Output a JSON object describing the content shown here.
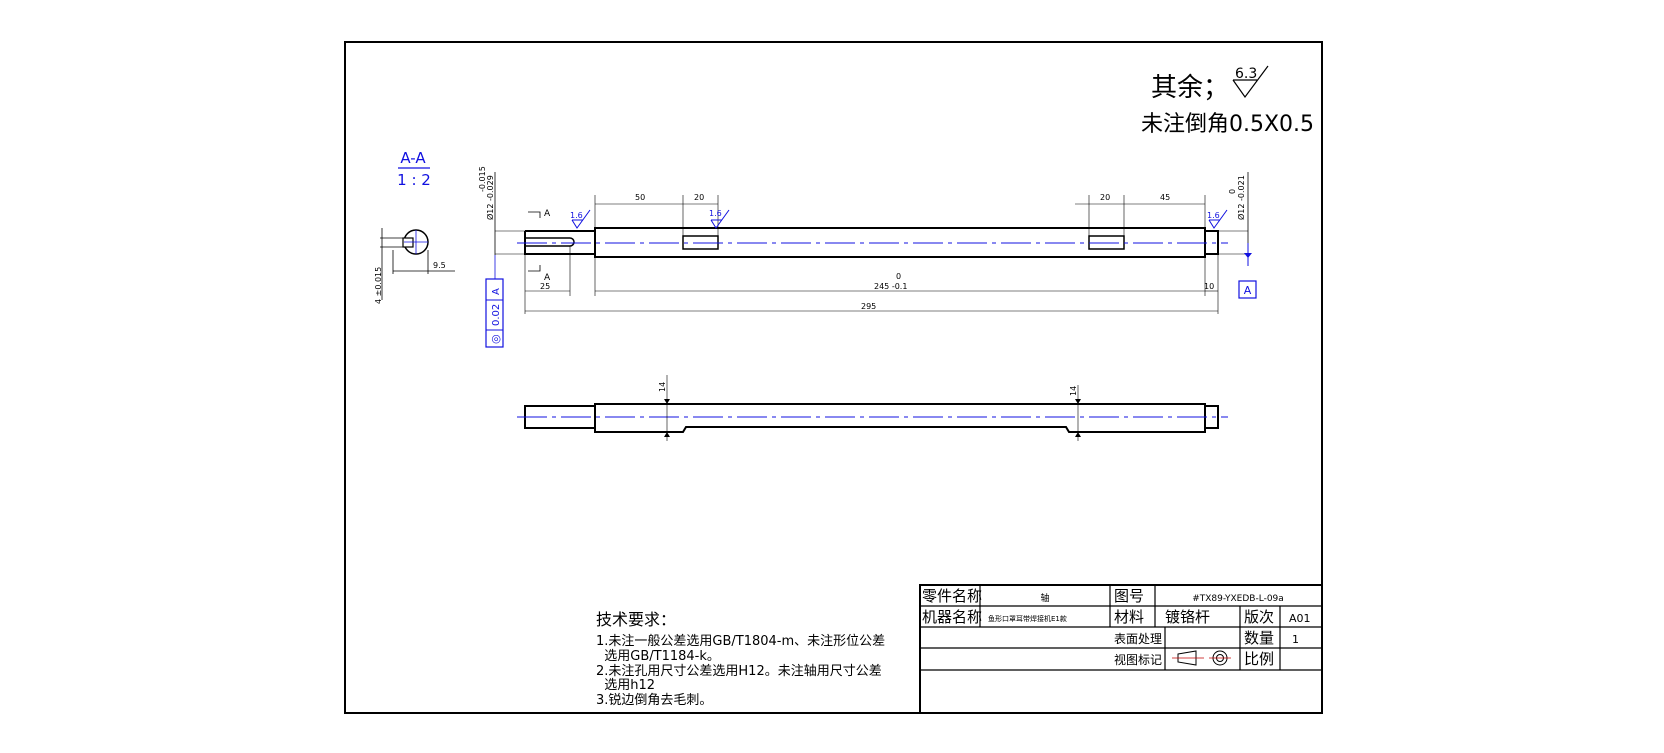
{
  "remainder_note": {
    "label": "其余；",
    "roughness": "6.3"
  },
  "chamfer_note": "未注倒角0.5X0.5",
  "section_view": {
    "title": "A-A",
    "scale": "1 : 2",
    "key_dim": "4 ±0.015",
    "depth_dim": "9.5"
  },
  "main_view": {
    "tolerance_left": {
      "upper": "-0.015",
      "lower": "Ø12 -0.029"
    },
    "tolerance_right": {
      "upper": "0",
      "lower": "Ø12 -0.021"
    },
    "dims_top": [
      "50",
      "20",
      "20",
      "45"
    ],
    "roughness": [
      "1.6",
      "1.6",
      "1.6"
    ],
    "section_marks": [
      "A",
      "A"
    ],
    "dims_bottom": {
      "left": "25",
      "mid_upper": "0",
      "mid": "245 -0.1",
      "right": "10",
      "total": "295"
    },
    "datum": "A",
    "concentricity": {
      "symbol": "◎",
      "value": "0.02",
      "datum": "A"
    }
  },
  "lower_view": {
    "dims": [
      "14",
      "14"
    ]
  },
  "tech_requirements": {
    "title": "技术要求：",
    "lines": [
      "1.未注一般公差选用GB/T1804-m、未注形位公差",
      "  选用GB/T1184-k。",
      "2.未注孔用尺寸公差选用H12。未注轴用尺寸公差",
      "  选用h12",
      "3.锐边倒角去毛刺。"
    ]
  },
  "title_block": {
    "part_name_label": "零件名称",
    "part_name": "轴",
    "drawing_no_label": "图号",
    "drawing_no": "#TX89-YXEDB-L-09a",
    "machine_label": "机器名称",
    "machine": "鱼形口罩耳带焊接机E1款",
    "material_label": "材料",
    "material": "镀铬杆",
    "revision_label": "版次",
    "revision": "A01",
    "surface_label": "表面处理",
    "quantity_label": "数量",
    "quantity": "1",
    "view_mark_label": "视图标记",
    "scale_label": "比例"
  }
}
